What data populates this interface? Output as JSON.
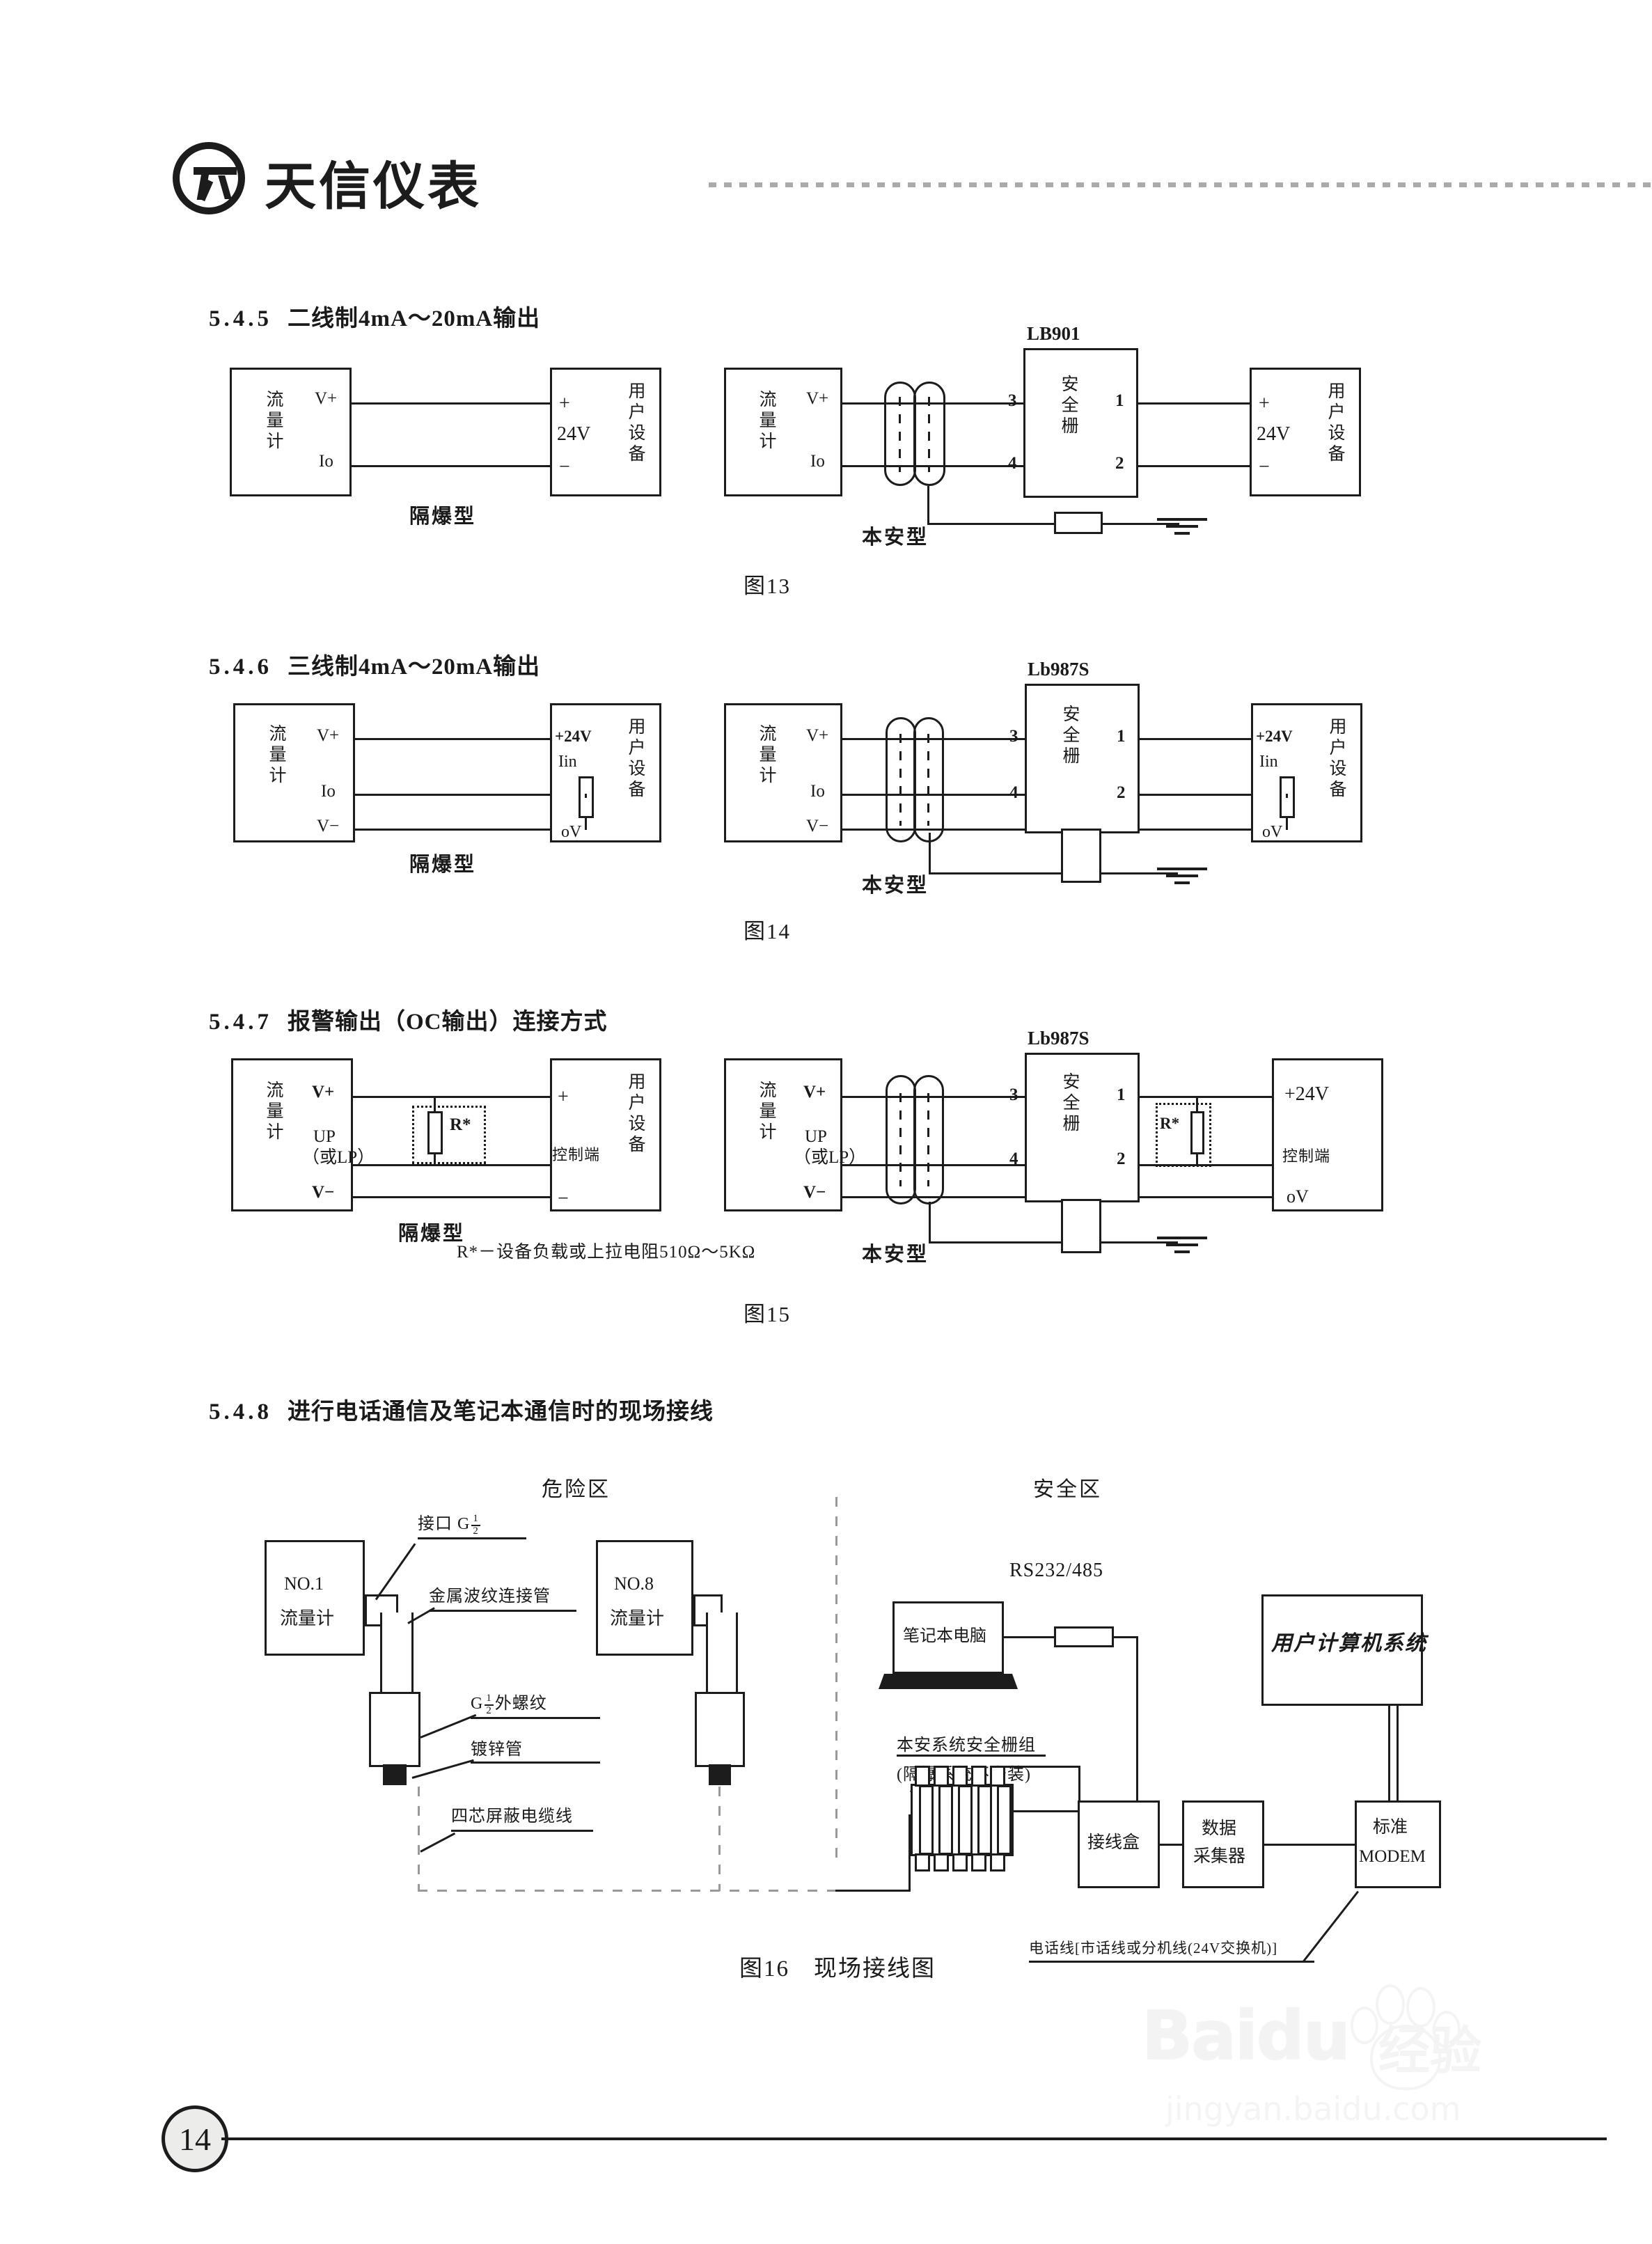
{
  "header": {
    "brand": "天信仪表",
    "logo_icon": "tianxin-circle-logo"
  },
  "sections": {
    "s545": {
      "num": "5.4.5",
      "title": "二线制4mA～20mA输出",
      "caption": "图13"
    },
    "s546": {
      "num": "5.4.6",
      "title": "三线制4mA～20mA输出",
      "caption": "图14"
    },
    "s547": {
      "num": "5.4.7",
      "title": "报警输出（OC输出）连接方式",
      "caption": "图15",
      "footnote": "R*－设备负载或上拉电阻510Ω～5KΩ"
    },
    "s548": {
      "num": "5.4.8",
      "title": "进行电话通信及笔记本通信时的现场接线",
      "caption": "图16　现场接线图"
    }
  },
  "labels": {
    "flowmeter": "流量计",
    "user_device": "用户设备",
    "barrier": "安全栅",
    "explosion_proof": "隔爆型",
    "intrinsic_safe": "本安型",
    "control_terminal": "控制端",
    "vplus": "V+",
    "vminus": "V−",
    "io": "Io",
    "up_or_lp_line1": "UP",
    "up_or_lp_line2": "（或LP）",
    "plus": "+",
    "minus": "−",
    "v24": "24V",
    "p24v": "+24V",
    "iin": "Iin",
    "ov": "oV",
    "r_star": "R*",
    "t1": "1",
    "t2": "2",
    "t3": "3",
    "t4": "4",
    "barrier_lb901": "LB901",
    "barrier_lb987s": "Lb987S"
  },
  "fig16": {
    "zone_hazard": "危险区",
    "zone_safe": "安全区",
    "meter1_line1": "NO.1",
    "meter1_line2": "流量计",
    "meter8_line1": "NO.8",
    "meter8_line2": "流量计",
    "annot_interface": "接口 G",
    "annot_interface_frac_num": "1",
    "annot_interface_frac_den": "2",
    "annot_bellows": "金属波纹连接管",
    "annot_thread": "外螺纹",
    "annot_thread_prefix": "G",
    "annot_galv_pipe": "镀锌管",
    "annot_cable": "四芯屏蔽电缆线",
    "laptop": "笔记本电脑",
    "rs232": "RS232/485",
    "barrier_group_line1": "本安系统安全栅组",
    "barrier_group_line2": "(隔爆系统不安装)",
    "junction_box": "接线盒",
    "data_logger_line1": "数据",
    "data_logger_line2": "采集器",
    "modem_line1": "标准",
    "modem_line2": "MODEM",
    "user_computer": "用户计算机系统",
    "phone_line": "电话线[市话线或分机线(24V交换机)]"
  },
  "footer": {
    "page_number": "14"
  },
  "watermark": {
    "brand": "Baidu",
    "cn": "经验",
    "url": "jingyan.baidu.com"
  }
}
